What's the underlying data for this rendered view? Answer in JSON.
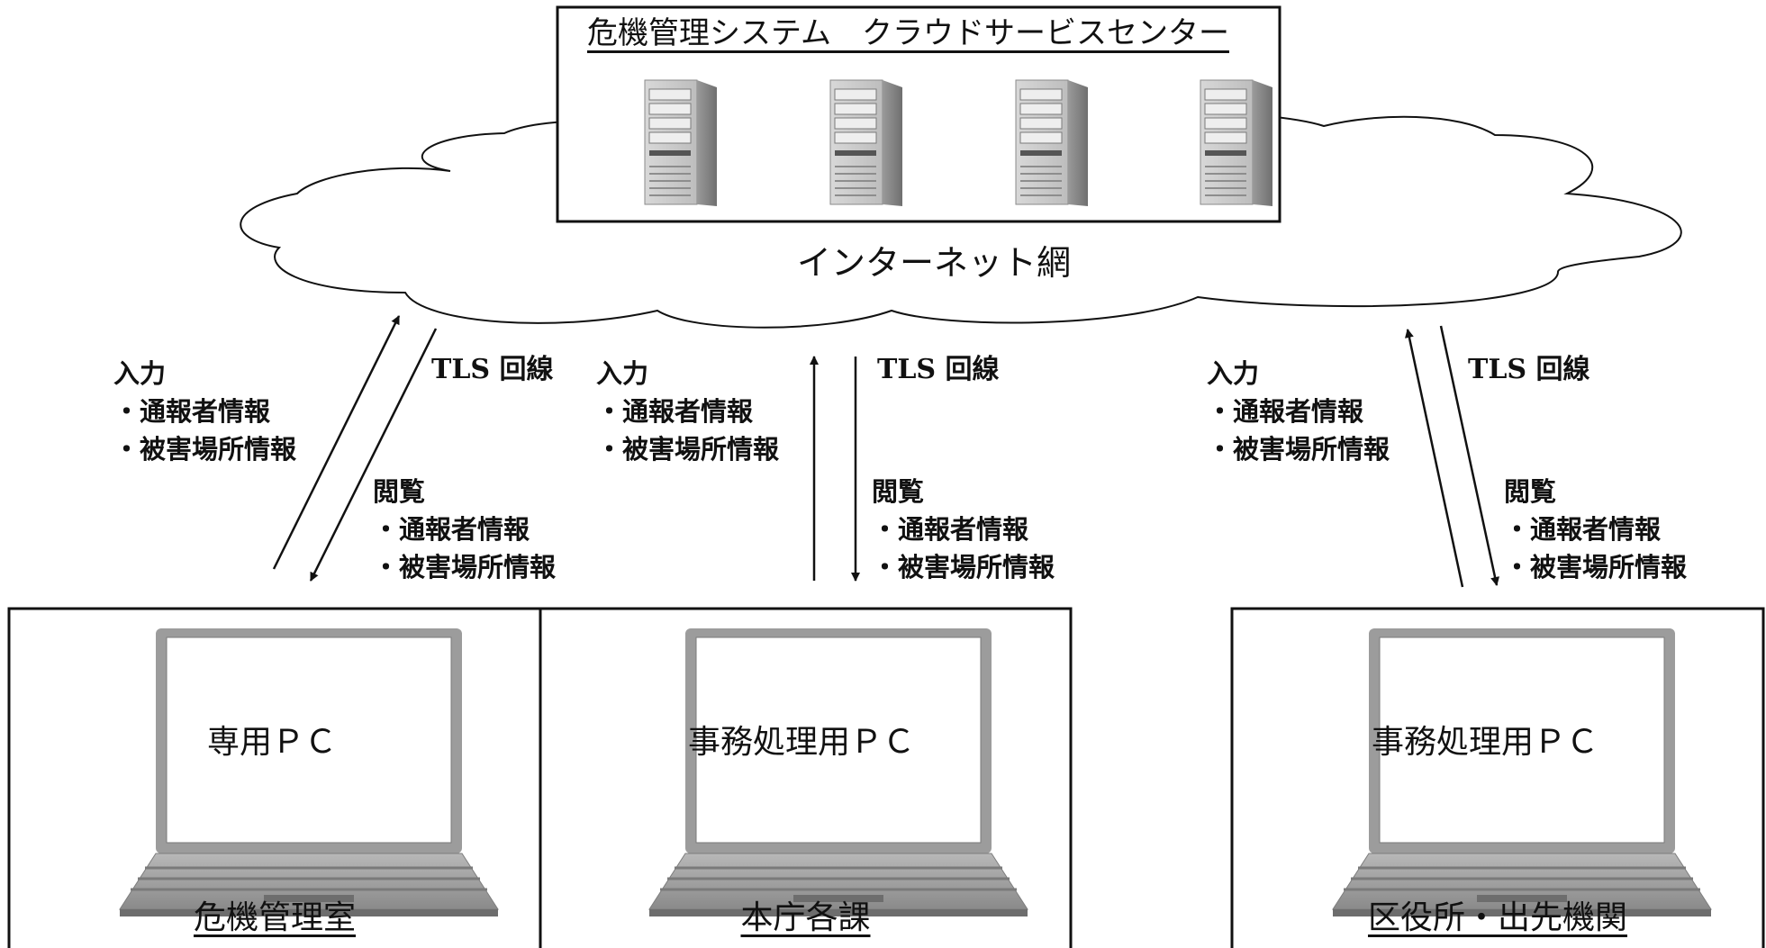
{
  "center": {
    "title": "危機管理システム　クラウドサービスセンター"
  },
  "cloud": {
    "label": "インターネット網"
  },
  "connections": [
    {
      "type": "TLS 回線",
      "input_heading": "入力",
      "input_items": [
        "・通報者情報",
        "・被害場所情報"
      ],
      "view_heading": "閲覧",
      "view_items": [
        "・通報者情報",
        "・被害場所情報"
      ]
    },
    {
      "type": "TLS 回線",
      "input_heading": "入力",
      "input_items": [
        "・通報者情報",
        "・被害場所情報"
      ],
      "view_heading": "閲覧",
      "view_items": [
        "・通報者情報",
        "・被害場所情報"
      ]
    },
    {
      "type": "TLS 回線",
      "input_heading": "入力",
      "input_items": [
        "・通報者情報",
        "・被害場所情報"
      ],
      "view_heading": "閲覧",
      "view_items": [
        "・通報者情報",
        "・被害場所情報"
      ]
    }
  ],
  "sites": [
    {
      "pc_label": "専用ＰＣ",
      "name": "危機管理室"
    },
    {
      "pc_label": "事務処理用ＰＣ",
      "name": "本庁各課"
    },
    {
      "pc_label": "事務処理用ＰＣ",
      "name": "区役所・出先機関"
    }
  ],
  "icons": {
    "server": "server-tower-icon",
    "laptop": "laptop-icon",
    "cloud": "cloud-shape"
  }
}
